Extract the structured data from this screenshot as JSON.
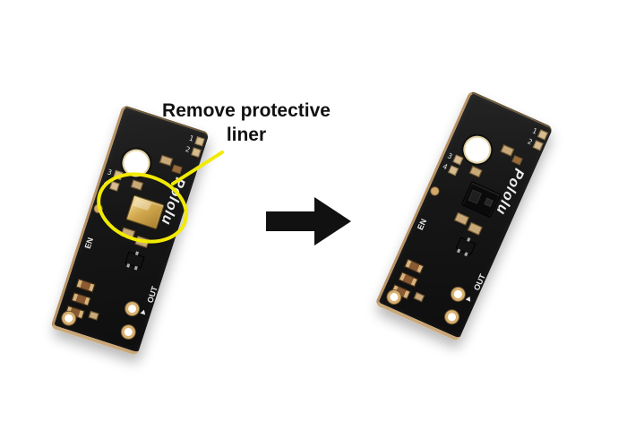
{
  "annotation": {
    "text_line1": "Remove protective",
    "text_line2": "liner",
    "highlight_color": "#f2ea00"
  },
  "arrow": {
    "direction": "right",
    "color": "#111111"
  },
  "board": {
    "logo": "Pololu",
    "pins": {
      "p1": "1",
      "p2": "2",
      "p3": "3",
      "p4": "4"
    },
    "en_label": "EN",
    "out_label": "OUT"
  },
  "colors": {
    "pcb": "#171717",
    "gold_pad": "#d2ab6e",
    "protective_liner": "#d3a94f",
    "background": "#ffffff"
  }
}
